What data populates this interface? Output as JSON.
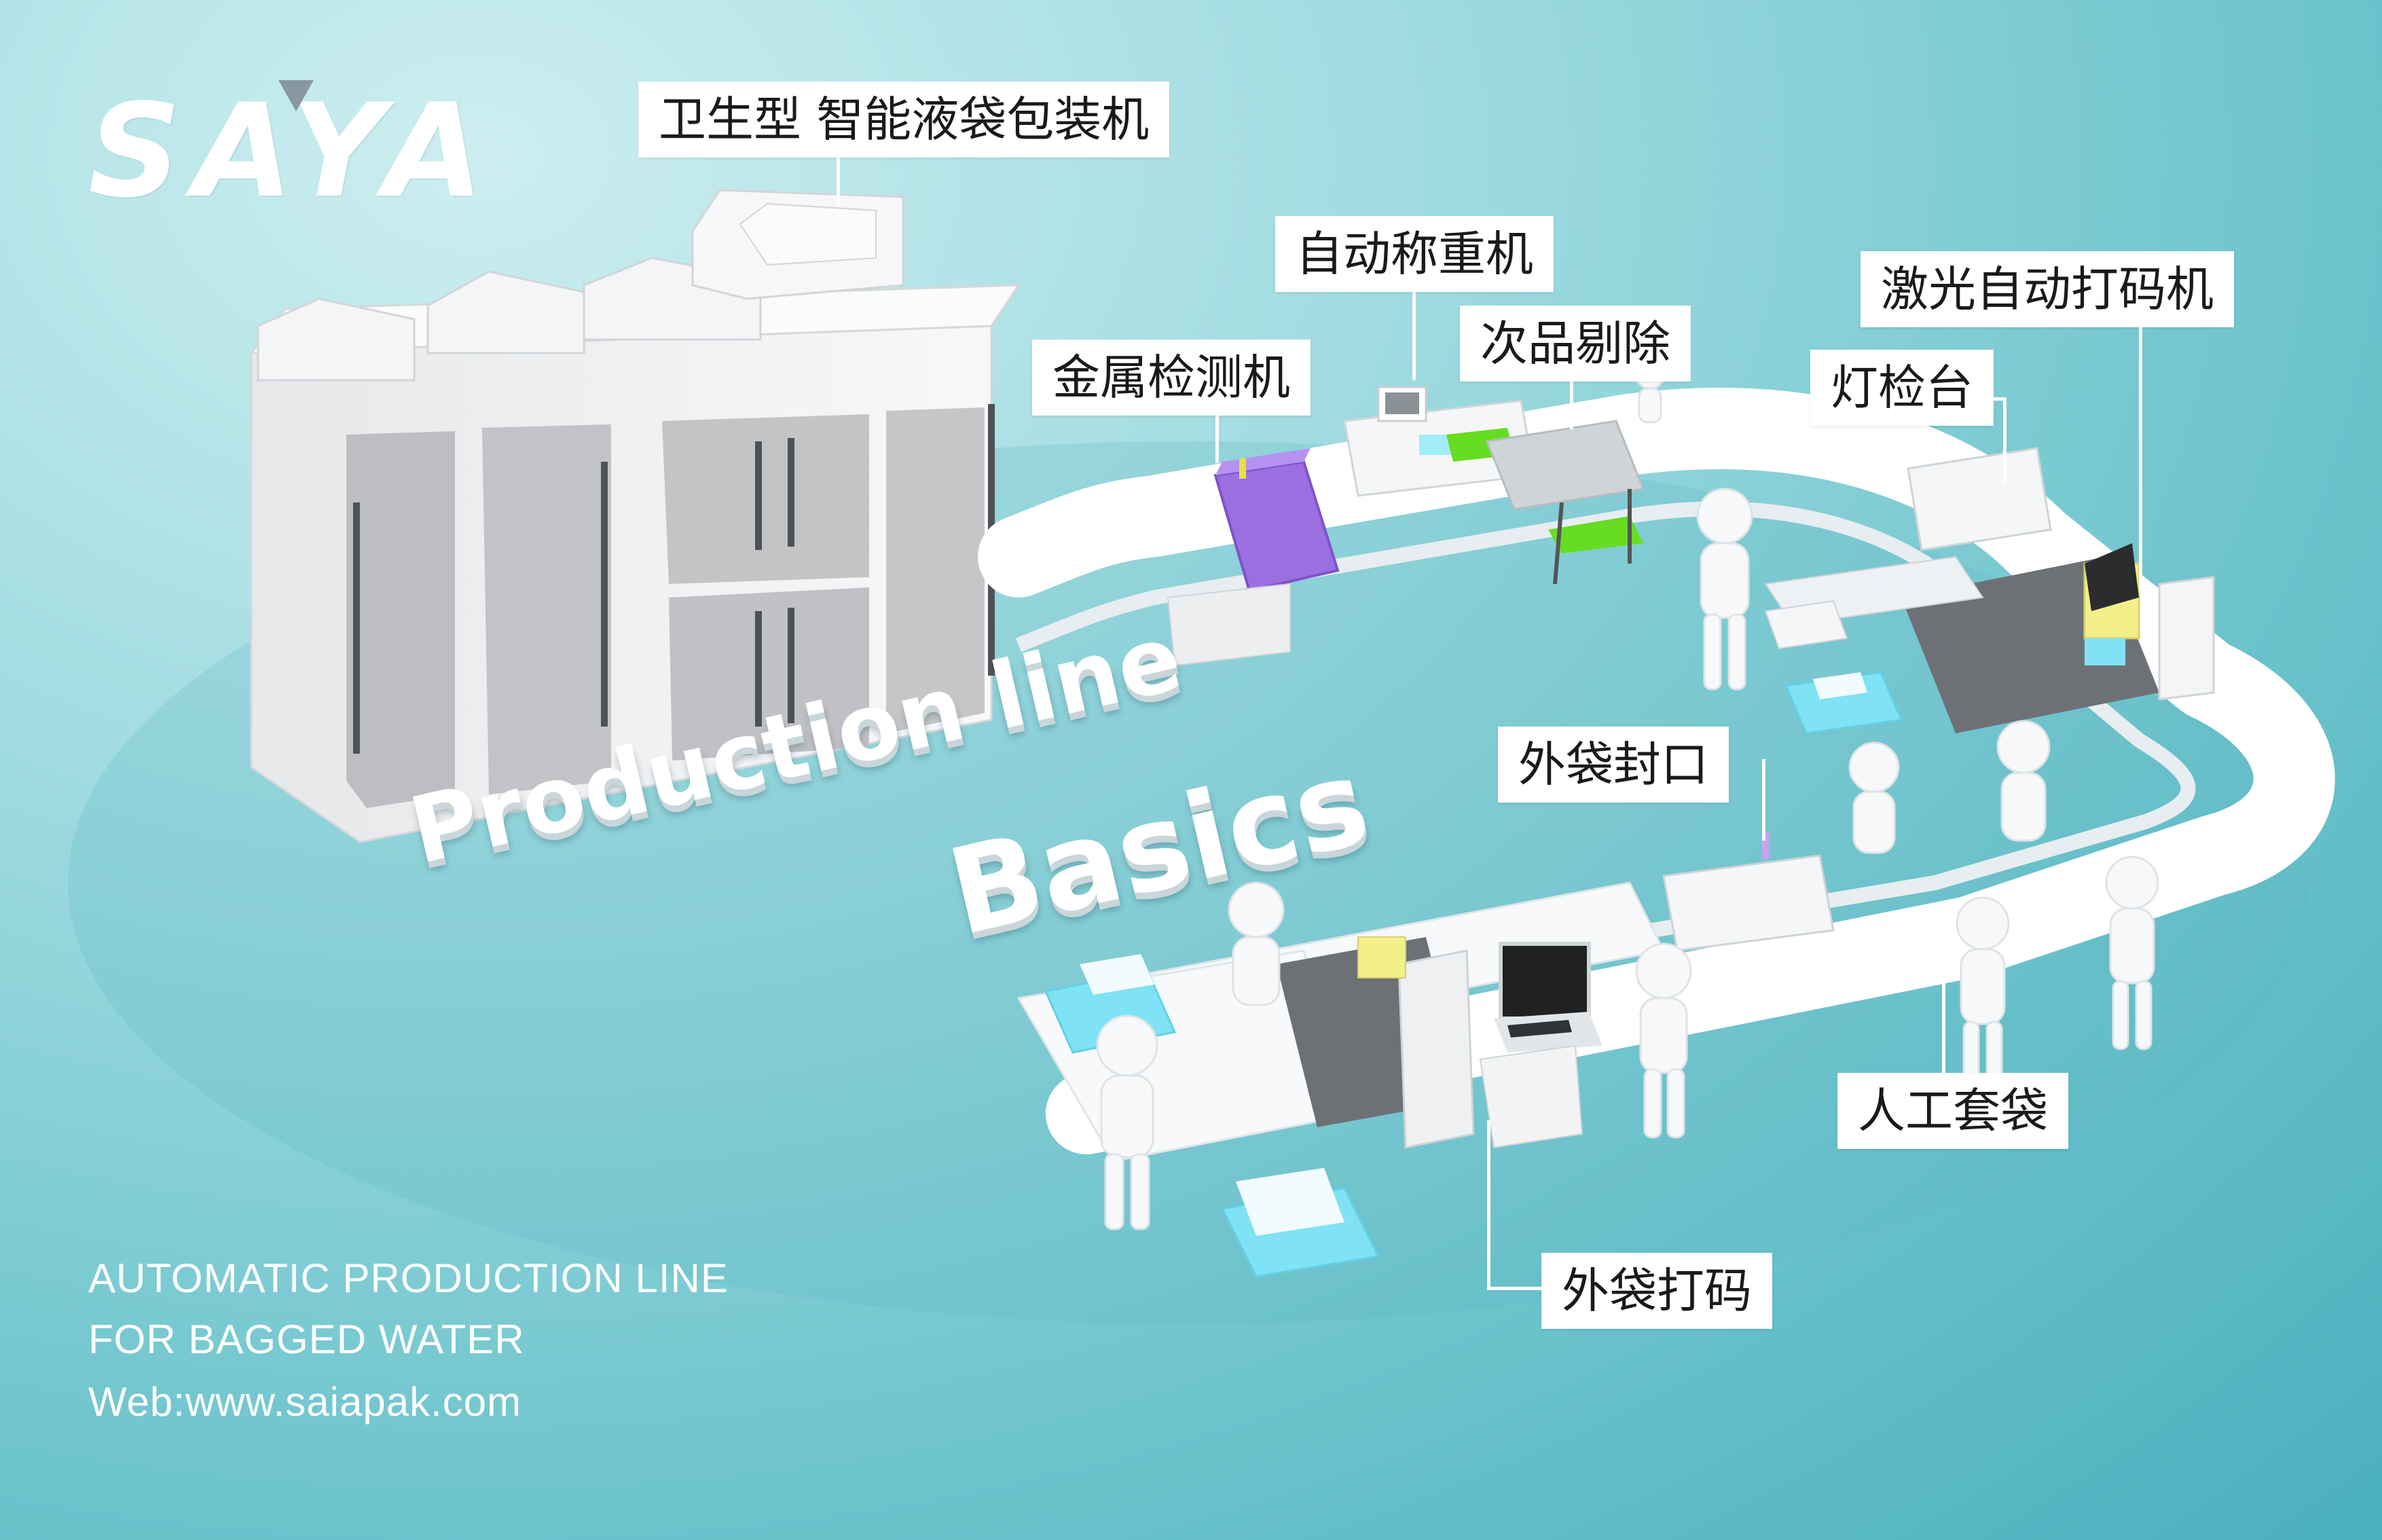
{
  "brand": {
    "logo_text": "SAYA"
  },
  "headline": {
    "line1": "Production line",
    "line2": "Basics"
  },
  "labels": {
    "packaging_machine": "卫生型 智能液袋包装机",
    "weighing_machine": "自动称重机",
    "metal_detector": "金属检测机",
    "reject_station": "次品剔除",
    "laser_coder": "激光自动打码机",
    "light_inspection": "灯检台",
    "outer_bag_sealing": "外袋封口",
    "manual_bagging": "人工套袋",
    "outer_bag_coding": "外袋打码"
  },
  "footer": {
    "line1": "AUTOMATIC PRODUCTION LINE",
    "line2": "FOR BAGGED WATER",
    "web": "Web:www.saiapak.com"
  },
  "colors": {
    "background": "#6cc3cc",
    "machine_body": "#f2f3f4",
    "machine_panel": "#bfc1c3",
    "conveyor": "#f5f7f8",
    "metal_detector": "#9b6fe0",
    "reject_green": "#66dd22",
    "coder_yellow": "#f3f08a",
    "product_cyan": "#7fe3f5"
  },
  "icons": [
    "worker-figure-icon",
    "monitor-icon",
    "bag-product-icon"
  ]
}
